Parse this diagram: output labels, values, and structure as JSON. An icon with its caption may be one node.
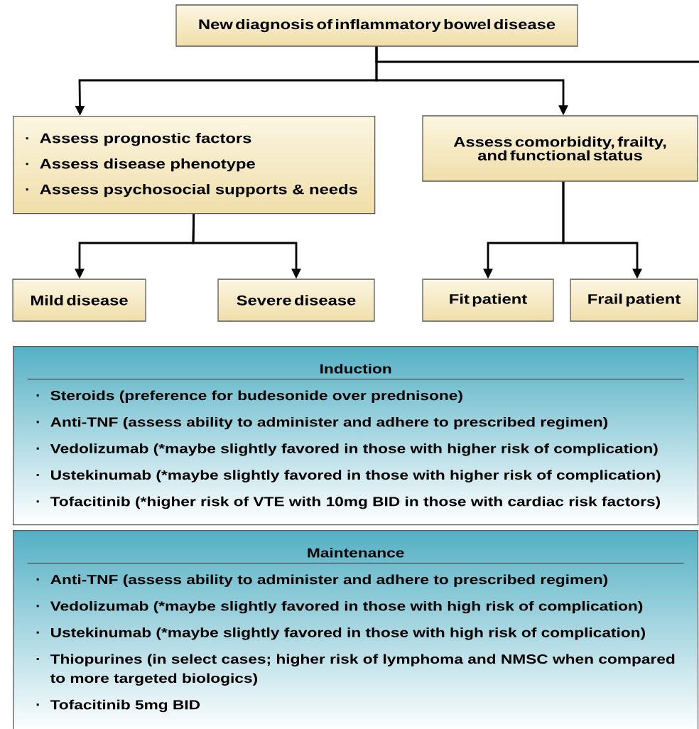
{
  "diagram": {
    "nodes": [
      {
        "text": [
          "New diagnosis of inflammatory bowel disease"
        ]
      },
      {
        "text": [
          "Assess prognostic factors",
          "Assess disease phenotype",
          "Assess psychosocial supports & needs"
        ]
      },
      {
        "text": [
          "Assess comorbidity, frailty, and functional status"
        ]
      },
      {
        "text": [
          "Mild disease"
        ]
      },
      {
        "text": [
          "Severe disease"
        ]
      },
      {
        "text": [
          "Fit patient"
        ]
      },
      {
        "text": [
          "Frail patient"
        ]
      },
      {
        "text": [
          "Induction",
          "Steroids (preference for budesonide over prednisone)",
          "Anti-TNF (assess ability to administer and adhere to prescribed regimen)",
          "Vedolizumab (*maybe slightly favored in those with higher risk of complication)",
          "Ustekinumab (*maybe slightly favored in those with higher risk of complication)",
          "Tofacitinib (*higher risk of VTE with 10mg BID in those with cardiac risk factors)"
        ]
      },
      {
        "text": [
          "Maintenance",
          "Anti-TNF (assess ability to administer and adhere to prescribed regimen)",
          "Vedolizumab (*maybe slightly favored in those with high risk of complication)",
          "Ustekinumab (*maybe slightly favored in those with high risk of complication)",
          "Thiopurines (in select cases; higher risk of lymphoma and NMSC when compared to more targeted biologics)",
          "Tofacitinib 5mg BID"
        ]
      }
    ],
    "edges": [
      {
        "from": 0,
        "to": 1,
        "arrow": "to"
      },
      {
        "from": 0,
        "to": 2,
        "arrow": "to"
      },
      {
        "from": 0,
        "to": null,
        "arrow": "none"
      },
      {
        "from": 1,
        "to": 3,
        "arrow": "to"
      },
      {
        "from": 1,
        "to": 4,
        "arrow": "to"
      },
      {
        "from": 2,
        "to": 5,
        "arrow": "to"
      },
      {
        "from": 2,
        "to": 6,
        "arrow": "to"
      }
    ]
  }
}
